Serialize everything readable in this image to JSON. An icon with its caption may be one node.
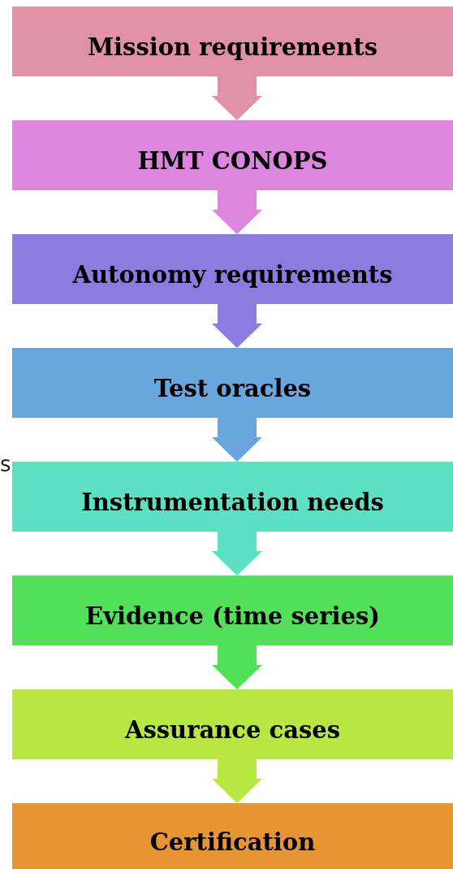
{
  "diagram": {
    "nodes": [
      {
        "text": [
          "Mission requirements"
        ]
      },
      {
        "text": [
          "HMT CONOPS"
        ]
      },
      {
        "text": [
          "Autonomy requirements"
        ]
      },
      {
        "text": [
          "Test oracles"
        ]
      },
      {
        "text": [
          "Instrumentation needs"
        ]
      },
      {
        "text": [
          "Evidence (time series)"
        ]
      },
      {
        "text": [
          "Assurance cases"
        ]
      },
      {
        "text": [
          "Certification"
        ]
      }
    ],
    "edges": [
      {
        "from": 0,
        "to": 1,
        "arrow": "to",
        "color": "#e091a8"
      },
      {
        "from": 1,
        "to": 2,
        "arrow": "to",
        "color": "#dc86de"
      },
      {
        "from": 2,
        "to": 3,
        "arrow": "to",
        "color": "#8c7ce0"
      },
      {
        "from": 3,
        "to": 4,
        "arrow": "to",
        "color": "#6aa6de"
      },
      {
        "from": 4,
        "to": 5,
        "arrow": "to",
        "color": "#5ddfc4"
      },
      {
        "from": 5,
        "to": 6,
        "arrow": "to",
        "color": "#52e05a"
      },
      {
        "from": 6,
        "to": 7,
        "arrow": "to",
        "color": "#b8e643"
      }
    ],
    "labels": [
      "s"
    ]
  }
}
